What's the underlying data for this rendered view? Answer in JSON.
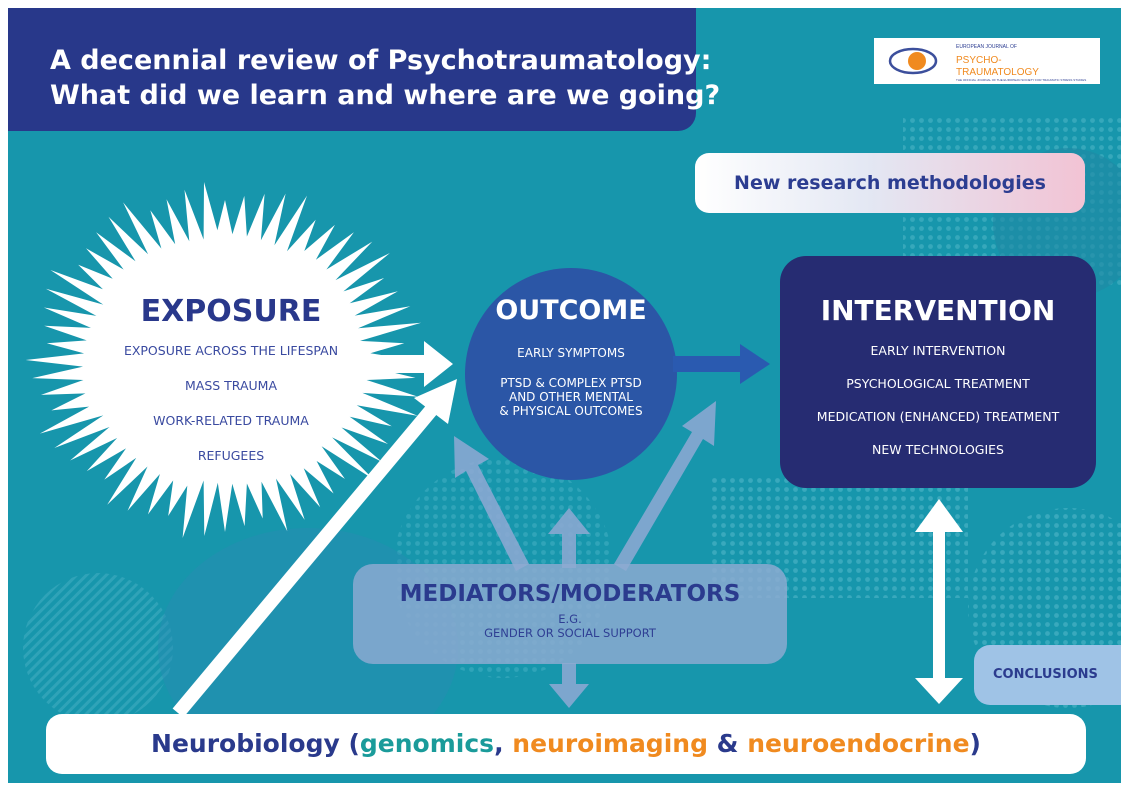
{
  "title": {
    "line1": "A decennial review of Psychotraumatology:",
    "line2": "What did we learn and where are we going?"
  },
  "logo": {
    "kicker": "EUROPEAN JOURNAL OF",
    "name_line1": "PSYCHO-",
    "name_line2": "TRAUMATOLOGY",
    "tagline": "THE OFFICIAL JOURNAL OF THE EUROPEAN SOCIETY FOR TRAUMATIC STRESS STUDIES"
  },
  "methods": {
    "label": "New research methodologies"
  },
  "exposure": {
    "heading": "EXPOSURE",
    "items": [
      "EXPOSURE ACROSS THE LIFESPAN",
      "MASS TRAUMA",
      "WORK-RELATED TRAUMA",
      "REFUGEES"
    ]
  },
  "outcome": {
    "heading": "OUTCOME",
    "items": [
      "EARLY SYMPTOMS",
      "PTSD  & COMPLEX PTSD",
      "AND OTHER MENTAL",
      "& PHYSICAL OUTCOMES"
    ]
  },
  "intervention": {
    "heading": "INTERVENTION",
    "items": [
      "EARLY INTERVENTION",
      "PSYCHOLOGICAL TREATMENT",
      "MEDICATION (ENHANCED) TREATMENT",
      "NEW TECHNOLOGIES"
    ]
  },
  "mediators": {
    "heading": "MEDIATORS/MODERATORS",
    "line1": "E.G.",
    "line2": "GENDER OR SOCIAL SUPPORT"
  },
  "conclusions": {
    "label": "CONCLUSIONS"
  },
  "neurobiology": {
    "part1": "Neurobiology (",
    "genomics": "genomics",
    "sep1": ", ",
    "neuroimaging": "neuroimaging",
    "sep2": " & ",
    "neuroendocrine": "neuroendocrine",
    "part2": ")"
  },
  "colors": {
    "background": "#1796ac",
    "navy": "#28388a",
    "intervention_box": "#262c72",
    "outcome_circle": "#2b56a6",
    "teal_text": "#1a9b9a",
    "orange_text": "#f08a1f",
    "mediators_box": "#8fabd2",
    "conclusions_box": "#9fc3e6"
  }
}
